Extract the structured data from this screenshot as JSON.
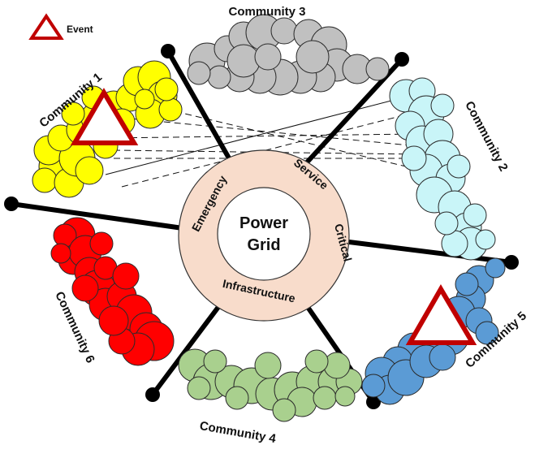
{
  "legend": {
    "event_label": "Event",
    "event_color": "#c00000"
  },
  "core": {
    "line1": "Power",
    "line2": "Grid"
  },
  "ring": {
    "emergency": "Emergency",
    "service": "Service",
    "critical": "Critical",
    "infrastructure": "Infrastructure",
    "fill": "#f8dccb"
  },
  "communities": [
    {
      "id": 1,
      "label": "Community 1",
      "color": "#ffff00",
      "event": true
    },
    {
      "id": 2,
      "label": "Community 2",
      "color": "#c9f5f8",
      "event": false
    },
    {
      "id": 3,
      "label": "Community 3",
      "color": "#c0c0c0",
      "event": false
    },
    {
      "id": 4,
      "label": "Community 4",
      "color": "#a9d08e",
      "event": false
    },
    {
      "id": 5,
      "label": "Community 5",
      "color": "#5b9bd5",
      "event": true
    },
    {
      "id": 6,
      "label": "Community 6",
      "color": "#ff0000",
      "event": false
    }
  ]
}
